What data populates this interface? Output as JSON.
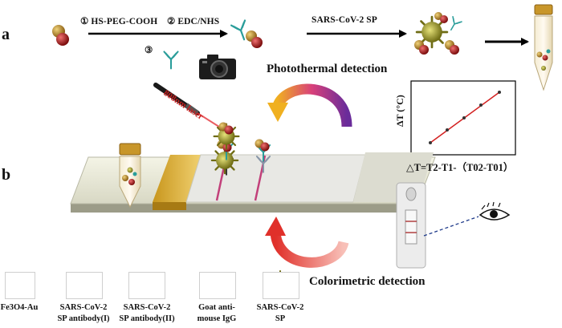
{
  "panels": {
    "a": "a",
    "b": "b"
  },
  "steps": {
    "step1": "① HS-PEG-COOH",
    "step2": "② EDC/NHS",
    "step3": "③",
    "sp_label": "SARS-CoV-2  SP"
  },
  "laser_label": "808nm laser",
  "photothermal_title": "Photothermal detection",
  "colorimetric_title": "Colorimetric detection",
  "graph": {
    "ylabel": "ΔT (°C)",
    "equation": "△T=T2-T1-（T02-T01）"
  },
  "legend": [
    {
      "label_lines": [
        "Fe3O4-Au"
      ]
    },
    {
      "label_lines": [
        "SARS-CoV-2",
        "SP antibody(I)"
      ]
    },
    {
      "label_lines": [
        "SARS-CoV-2",
        "SP antibody(II)"
      ]
    },
    {
      "label_lines": [
        "Goat anti-",
        "mouse IgG"
      ]
    },
    {
      "label_lines": [
        "SARS-CoV-2",
        "SP"
      ]
    }
  ],
  "colors": {
    "gold": "#b8862b",
    "red": "#c21f1f",
    "teal": "#2a9d9a",
    "dark": "#333333",
    "grey_ab": "#8896a8",
    "spike": "#9c9a2e",
    "arrow_purple": "#7a3aa0",
    "arrow_orange": "#f0a020",
    "arrow_red": "#e0443a"
  }
}
